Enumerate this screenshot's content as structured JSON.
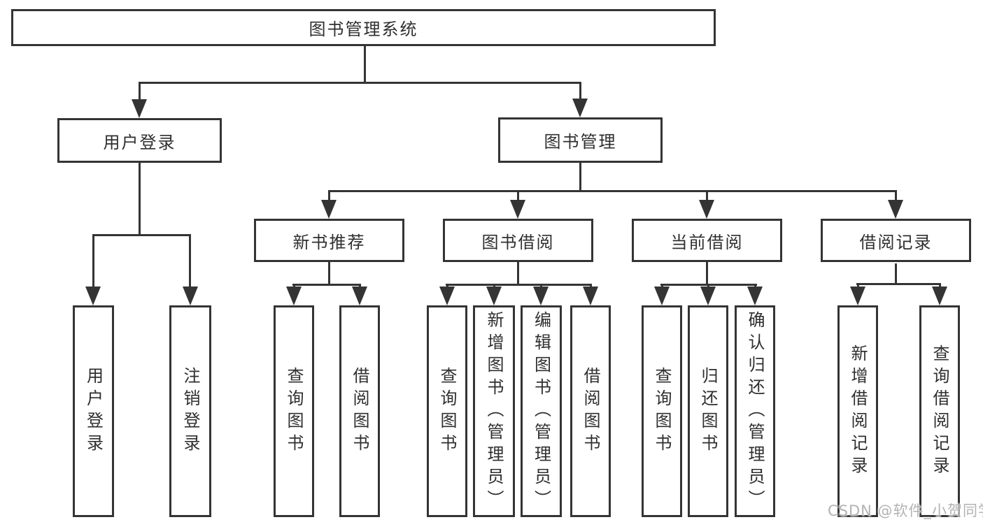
{
  "tree": {
    "label": "图书管理系统",
    "children": [
      {
        "label": "用户登录",
        "children": [
          {
            "label": "用户登录"
          },
          {
            "label": "注销登录"
          }
        ]
      },
      {
        "label": "图书管理",
        "children": [
          {
            "label": "新书推荐",
            "children": [
              {
                "label": "查询图书"
              },
              {
                "label": "借阅图书"
              }
            ]
          },
          {
            "label": "图书借阅",
            "children": [
              {
                "label": "查询图书"
              },
              {
                "label": "新增图书（管理员）"
              },
              {
                "label": "编辑图书（管理员）"
              },
              {
                "label": "借阅图书"
              }
            ]
          },
          {
            "label": "当前借阅",
            "children": [
              {
                "label": "查询图书"
              },
              {
                "label": "归还图书"
              },
              {
                "label": "确认归还（管理员）"
              }
            ]
          },
          {
            "label": "借阅记录",
            "children": [
              {
                "label": "新增借阅记录"
              },
              {
                "label": "查询借阅记录"
              }
            ]
          }
        ]
      }
    ]
  },
  "watermark": {
    "text": "CSDN @软件_小贺同学"
  },
  "colors": {
    "background": "#ffffff",
    "box_border": "#343434",
    "line": "#343434",
    "text": "#2f2f2f",
    "watermark": "#b3b3b3"
  }
}
